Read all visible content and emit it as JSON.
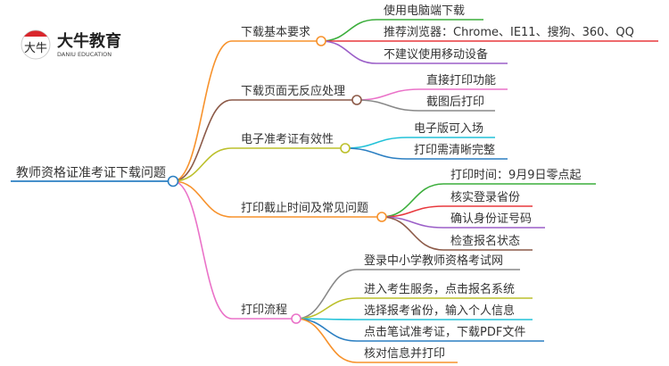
{
  "logo": {
    "name": "大牛教育",
    "subtitle": "DANIU EDUCATION",
    "mark": "大牛"
  },
  "root": {
    "label": "教师资格证准考证下载问题",
    "color": "#2b7fc2"
  },
  "branches": [
    {
      "label": "下载基本要求",
      "color": "#f7922c",
      "children": [
        {
          "label": "使用电脑端下载",
          "color": "#3cae3c"
        },
        {
          "label": "推荐浏览器：Chrome、IE11、搜狗、360、QQ",
          "color": "#e8383d"
        },
        {
          "label": "不建议使用移动设备",
          "color": "#9b5fc8"
        }
      ]
    },
    {
      "label": "下载页面无反应处理",
      "color": "#8c5a48",
      "children": [
        {
          "label": "直接打印功能",
          "color": "#ea72c8"
        },
        {
          "label": "截图后打印",
          "color": "#888888"
        }
      ]
    },
    {
      "label": "电子准考证有效性",
      "color": "#bcc02c",
      "children": [
        {
          "label": "电子版可入场",
          "color": "#22c2d8"
        },
        {
          "label": "打印需清晰完整",
          "color": "#2b7fc2"
        }
      ]
    },
    {
      "label": "打印截止时间及常见问题",
      "color": "#f7922c",
      "children": [
        {
          "label": "打印时间：9月9日零点起",
          "color": "#3cae3c"
        },
        {
          "label": "核实登录省份",
          "color": "#e8383d"
        },
        {
          "label": "确认身份证号码",
          "color": "#9b5fc8"
        },
        {
          "label": "检查报名状态",
          "color": "#8c5a48"
        }
      ]
    },
    {
      "label": "打印流程",
      "color": "#ea72c8",
      "children": [
        {
          "label": "登录中小学教师资格考试网",
          "color": "#888888"
        },
        {
          "label": "进入考生服务，点击报名系统",
          "color": "#bcc02c"
        },
        {
          "label": "选择报考省份，输入个人信息",
          "color": "#22c2d8"
        },
        {
          "label": "点击笔试准考证，下载PDF文件",
          "color": "#2b7fc2"
        },
        {
          "label": "核对信息并打印",
          "color": "#f7922c"
        }
      ]
    }
  ]
}
